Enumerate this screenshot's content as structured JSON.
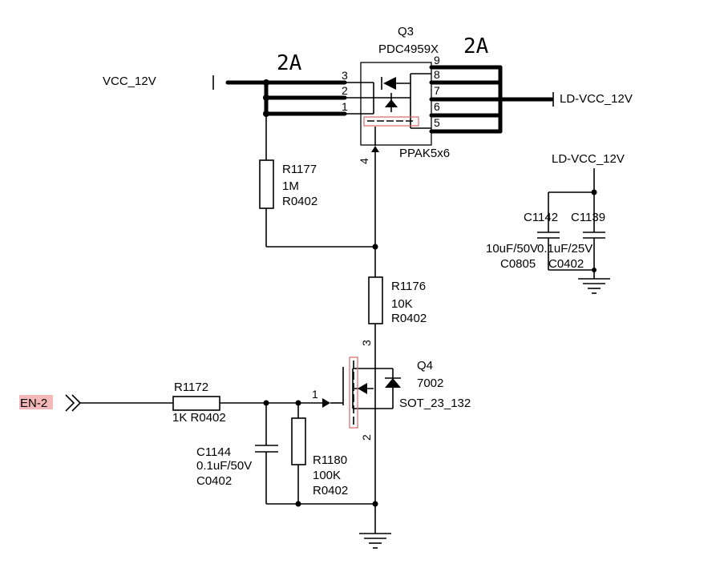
{
  "nets": {
    "vcc_in": "VCC_12V",
    "vcc_out": "LD-VCC_12V",
    "vcc_cap": "LD-VCC_12V",
    "enable": "EN-2"
  },
  "current_labels": {
    "left": "2A",
    "right": "2A"
  },
  "q3": {
    "ref": "Q3",
    "part": "PDC4959X",
    "package": "PPAK5x6",
    "pins": [
      "3",
      "2",
      "1",
      "9",
      "8",
      "7",
      "6",
      "5",
      "4"
    ]
  },
  "q4": {
    "ref": "Q4",
    "part": "7002",
    "package": "SOT_23_132",
    "pins": [
      "1",
      "3",
      "2"
    ]
  },
  "r1177": {
    "ref": "R1177",
    "value": "1M",
    "package": "R0402"
  },
  "r1176": {
    "ref": "R1176",
    "value": "10K",
    "package": "R0402"
  },
  "r1172": {
    "ref": "R1172",
    "value": "1K  R0402"
  },
  "r1180": {
    "ref": "R1180",
    "value": "100K",
    "package": "R0402"
  },
  "c1144": {
    "ref": "C1144",
    "value": "0.1uF/50V",
    "package": "C0402"
  },
  "c1142": {
    "ref": "C1142",
    "value": "10uF/50V",
    "package": "C0805"
  },
  "c1139": {
    "ref": "C1139",
    "value": "0.1uF/25V",
    "package": "C0402"
  }
}
